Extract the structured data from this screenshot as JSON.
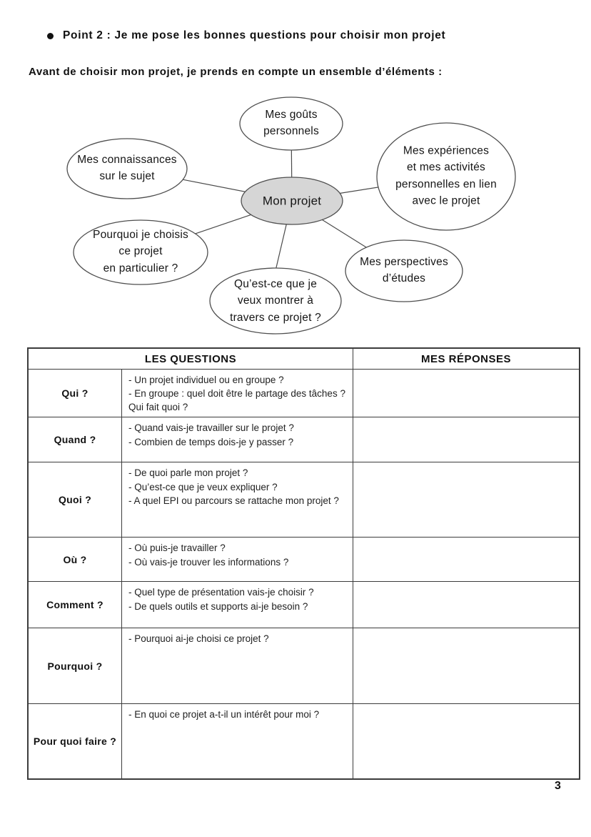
{
  "page": {
    "title": "Point 2 : Je me pose les bonnes questions pour choisir mon projet",
    "subtitle": "Avant de choisir mon projet, je prends en compte un ensemble d’éléments :",
    "page_number": "3"
  },
  "diagram": {
    "center_label": "Mon projet",
    "center_fill": "#d6d6d6",
    "nodes": {
      "top": "Mes goûts\npersonnels",
      "left": "Mes connaissances\nsur le sujet",
      "right": "Mes expériences\net mes activités\npersonnelles en lien\navec le projet",
      "bottom_left": "Pourquoi je choisis\nce projet\nen particulier ?",
      "bottom_center": "Qu’est-ce que je\nveux montrer à\ntravers ce projet ?",
      "bottom_right": "Mes perspectives\nd’études"
    }
  },
  "table": {
    "header_questions": "LES QUESTIONS",
    "header_responses": "MES RÉPONSES",
    "rows": [
      {
        "label": "Qui ?",
        "questions": "- Un projet individuel ou en groupe ?\n- En groupe : quel doit être le partage des tâches ? Qui fait quoi ?"
      },
      {
        "label": "Quand ?",
        "questions": "- Quand vais-je travailler sur le projet ?\n- Combien de temps dois-je y passer ?"
      },
      {
        "label": "Quoi ?",
        "questions": "- De quoi parle mon projet ?\n- Qu’est-ce que je veux expliquer ?\n- A quel EPI ou parcours se rattache mon projet ?"
      },
      {
        "label": "Où ?",
        "questions": "- Où puis-je travailler ?\n- Où vais-je trouver les informations ?"
      },
      {
        "label": "Comment ?",
        "questions": "- Quel type de présentation vais-je choisir ?\n- De quels outils et supports ai-je besoin ?"
      },
      {
        "label": "Pourquoi ?",
        "questions": "- Pourquoi ai-je choisi ce projet ?"
      },
      {
        "label": "Pour quoi faire ?",
        "questions": "- En quoi ce projet a-t-il un intérêt pour moi ?"
      }
    ]
  }
}
